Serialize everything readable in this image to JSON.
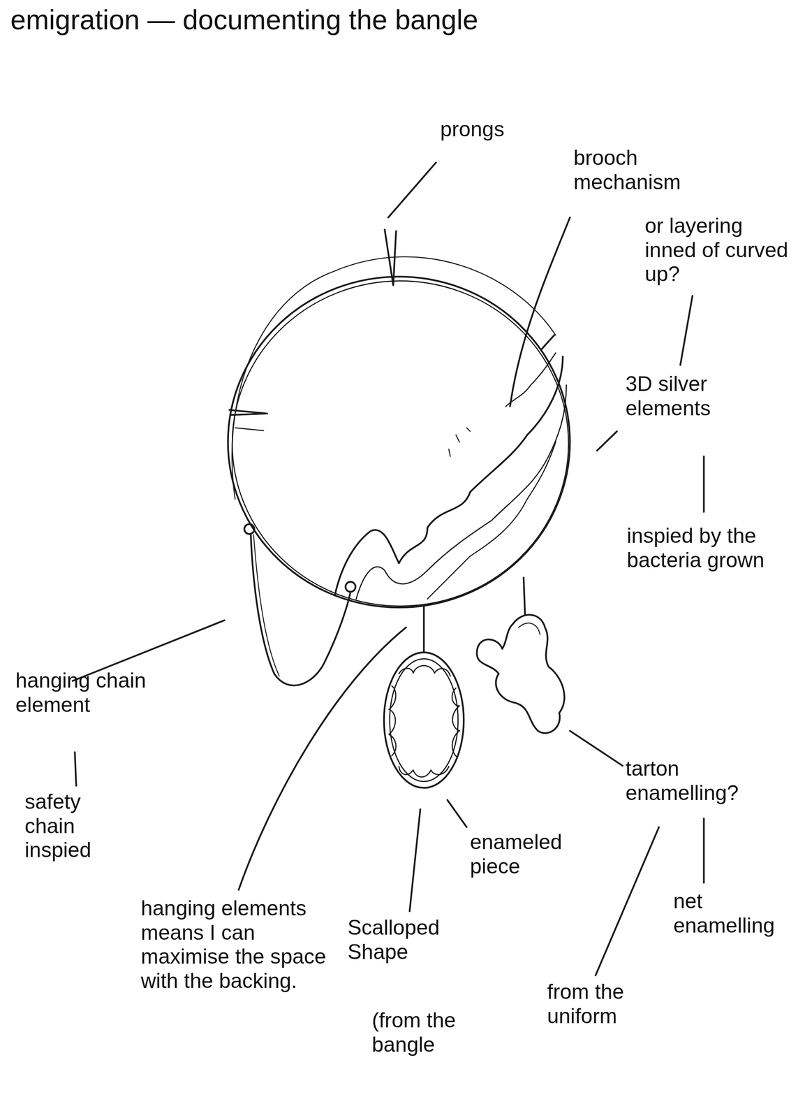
{
  "diagram": {
    "title": "emigration — documenting the bangle",
    "labels": [
      "prongs",
      "brooch mechanism",
      "or layering inned of curved up?",
      "3D silver elements",
      "inspied by the bacteria grown",
      "hanging chain element",
      "safety chain inspied",
      "hanging elements means I can maximise the space with the backing.",
      "enameled piece",
      "tarton enamelling?",
      "net enamelling",
      "Scalloped Shape",
      "(from the bangle",
      "from the uniform"
    ]
  }
}
